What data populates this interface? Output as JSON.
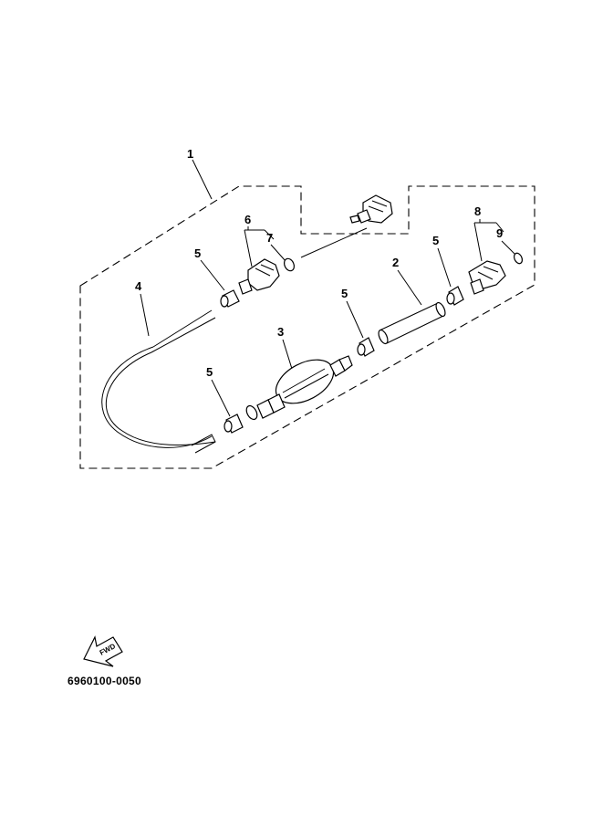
{
  "diagram": {
    "callouts": {
      "c1": "1",
      "c2": "2",
      "c3": "3",
      "c4": "4",
      "c5a": "5",
      "c5b": "5",
      "c5c": "5",
      "c5d": "5",
      "c6": "6",
      "c7": "7",
      "c8": "8",
      "c9": "9"
    },
    "fwd_label": "FWD",
    "part_code": "6960100-0050"
  }
}
